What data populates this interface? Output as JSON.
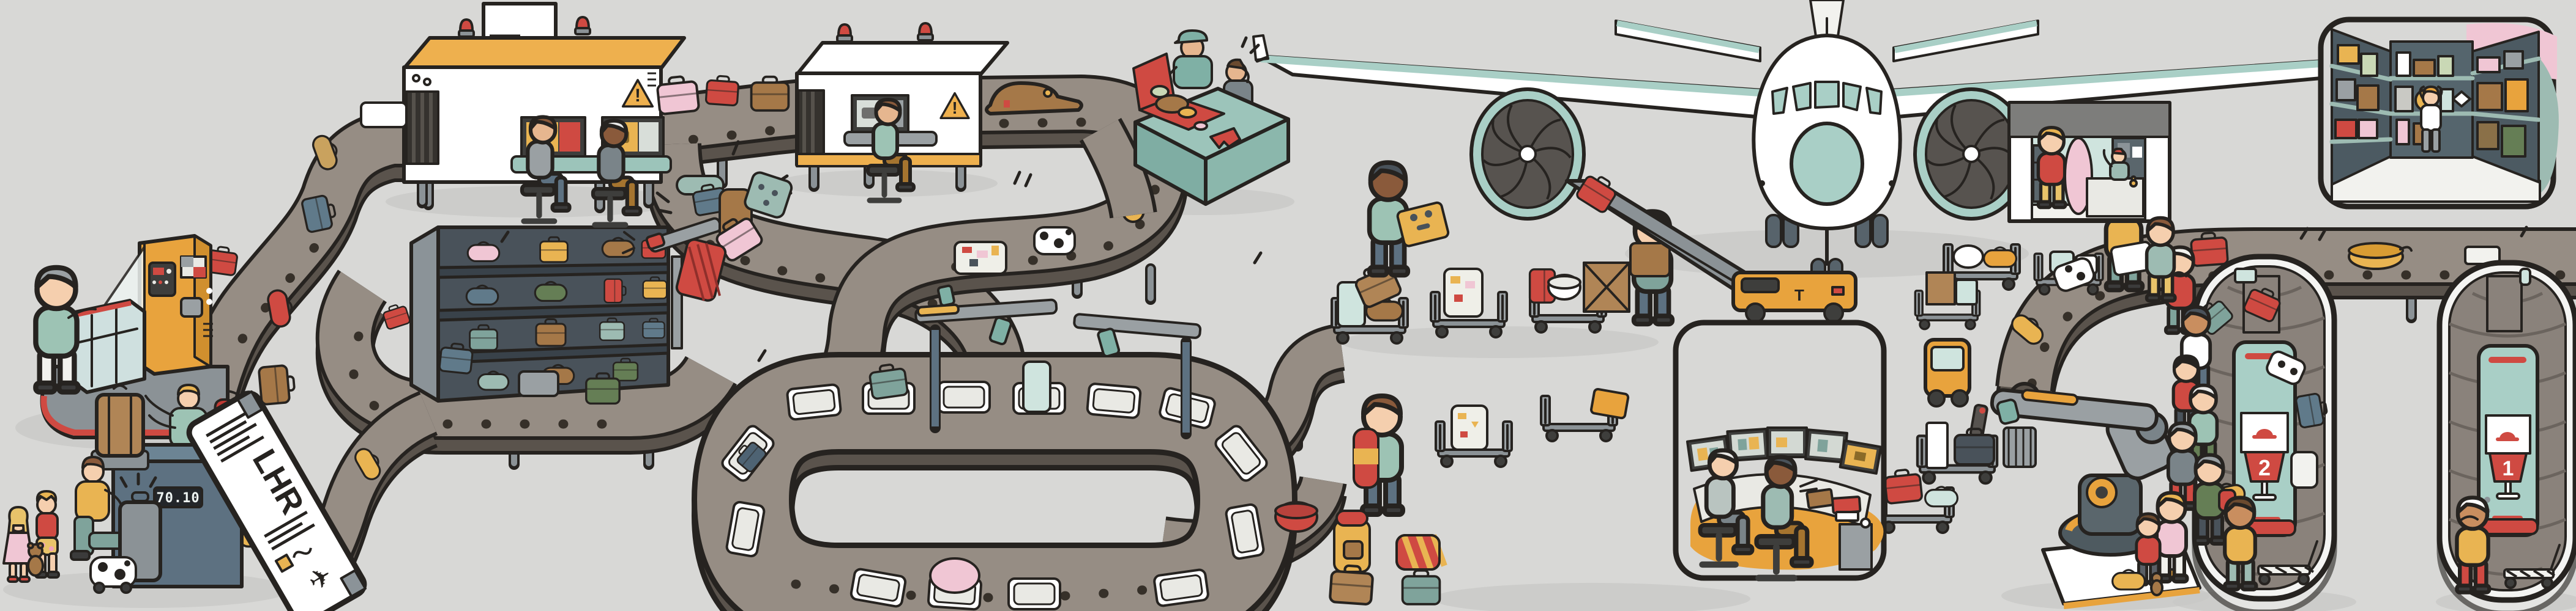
{
  "scene": {
    "title": "Illustrated cutaway of checked-baggage journey through an airport",
    "background": "#d8d8d6",
    "outline": "#262320"
  },
  "labels": {
    "bag_tag_code": "LHR",
    "checkin_scale_display": "70.10",
    "carousel_left_number": "2",
    "carousel_right_number": "1",
    "belt_loader_marking": "T",
    "warning_mark": "!"
  },
  "icons": {
    "plane_glyph": "✈",
    "warning_sign": "warning-triangle",
    "beacon": "red-alarm-dome",
    "lost_hat_sign": "red-hat-pictogram"
  },
  "palette": {
    "belt_top": "#968d84",
    "belt_side": "#5a534c",
    "accent_red": "#cf4a42",
    "accent_orange": "#e8a33d",
    "roof_orange": "#eeb04e",
    "teal": "#a9cfc6",
    "desk_teal": "#9cc4ba",
    "slate_blue": "#5d7181",
    "rack_grey": "#49525a",
    "mint": "#cfe4de",
    "pink": "#f0c6d4",
    "sage_green": "#9dc3b4",
    "leaf_green": "#657e55",
    "brown": "#a57848",
    "yellow": "#e9b452",
    "shadow": "#c8c8c6"
  }
}
